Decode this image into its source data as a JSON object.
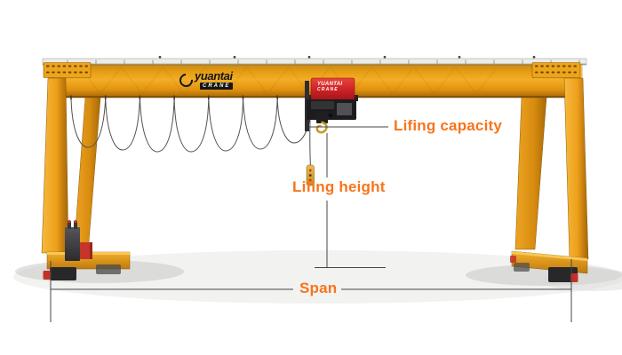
{
  "annotations": {
    "lifting_capacity": "Lifing capacity",
    "lifting_height": "Lifing height",
    "span": "Span"
  },
  "branding": {
    "girder_logo_text": "yuantai",
    "girder_logo_sub": "CRANE",
    "hoist_logo_text": "YUANTAI",
    "hoist_logo_sub": "CRANE"
  },
  "colors": {
    "crane_yellow": "#efa21d",
    "crane_yellow_light": "#f7c14b",
    "crane_yellow_dark": "#a26709",
    "hoist_red": "#cf2327",
    "label_orange": "#f7741d",
    "dimension_line_gray": "#454545",
    "background": "#ffffff"
  }
}
